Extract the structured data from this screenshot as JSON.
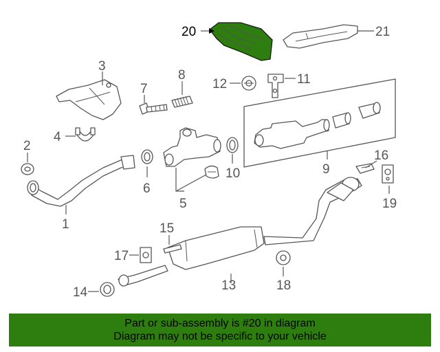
{
  "diagram": {
    "highlighted_part": "20",
    "callouts": [
      {
        "id": "c1",
        "label": "1"
      },
      {
        "id": "c2",
        "label": "2"
      },
      {
        "id": "c3",
        "label": "3"
      },
      {
        "id": "c4",
        "label": "4"
      },
      {
        "id": "c5",
        "label": "5"
      },
      {
        "id": "c6",
        "label": "6"
      },
      {
        "id": "c7",
        "label": "7"
      },
      {
        "id": "c8",
        "label": "8"
      },
      {
        "id": "c9",
        "label": "9"
      },
      {
        "id": "c10",
        "label": "10"
      },
      {
        "id": "c11",
        "label": "11"
      },
      {
        "id": "c12",
        "label": "12"
      },
      {
        "id": "c13",
        "label": "13"
      },
      {
        "id": "c14",
        "label": "14"
      },
      {
        "id": "c15",
        "label": "15"
      },
      {
        "id": "c16",
        "label": "16"
      },
      {
        "id": "c17",
        "label": "17"
      },
      {
        "id": "c18",
        "label": "18"
      },
      {
        "id": "c19",
        "label": "19"
      },
      {
        "id": "c20",
        "label": "20"
      },
      {
        "id": "c21",
        "label": "21"
      }
    ]
  },
  "banner": {
    "line1": "Part or sub-assembly is #20 in diagram",
    "line2": "Diagram may not be specific to your vehicle",
    "color": "#2e7d0f"
  },
  "colors": {
    "highlight": "#2e7d0f",
    "line": "#555555"
  }
}
